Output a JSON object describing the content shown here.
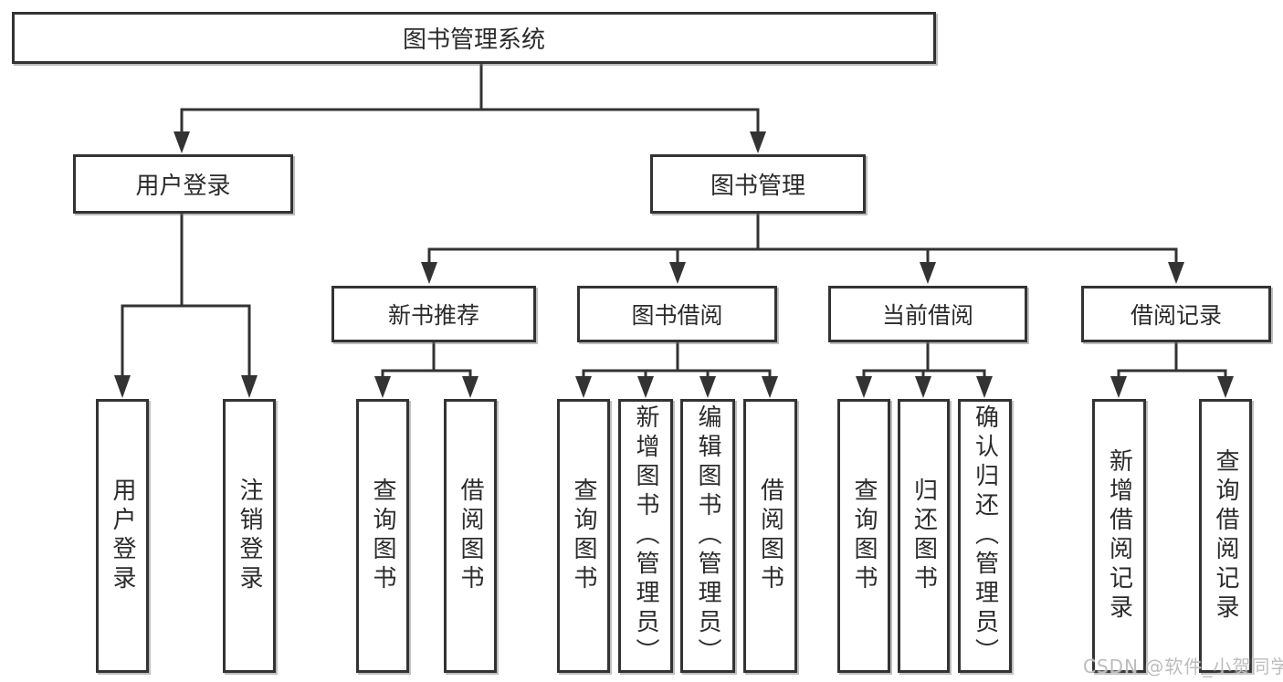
{
  "tree": {
    "label": "图书管理系统",
    "children": [
      {
        "label": "用户登录",
        "children": [
          {
            "label": "用户登录"
          },
          {
            "label": "注销登录"
          }
        ]
      },
      {
        "label": "图书管理",
        "children": [
          {
            "label": "新书推荐",
            "children": [
              {
                "label": "查询图书"
              },
              {
                "label": "借阅图书"
              }
            ]
          },
          {
            "label": "图书借阅",
            "children": [
              {
                "label": "查询图书"
              },
              {
                "label": "新增图书（管理员）"
              },
              {
                "label": "编辑图书（管理员）"
              },
              {
                "label": "借阅图书"
              }
            ]
          },
          {
            "label": "当前借阅",
            "children": [
              {
                "label": "查询图书"
              },
              {
                "label": "归还图书"
              },
              {
                "label": "确认归还（管理员）"
              }
            ]
          },
          {
            "label": "借阅记录",
            "children": [
              {
                "label": "新增借阅记录"
              },
              {
                "label": "查询借阅记录"
              }
            ]
          }
        ]
      }
    ]
  },
  "watermark": {
    "text": "CSDN @软件_小贺同学"
  },
  "colors": {
    "line": "#333333",
    "text": "#2b2b2b",
    "wm": "#bdbdbd",
    "bg": "#ffffff"
  }
}
